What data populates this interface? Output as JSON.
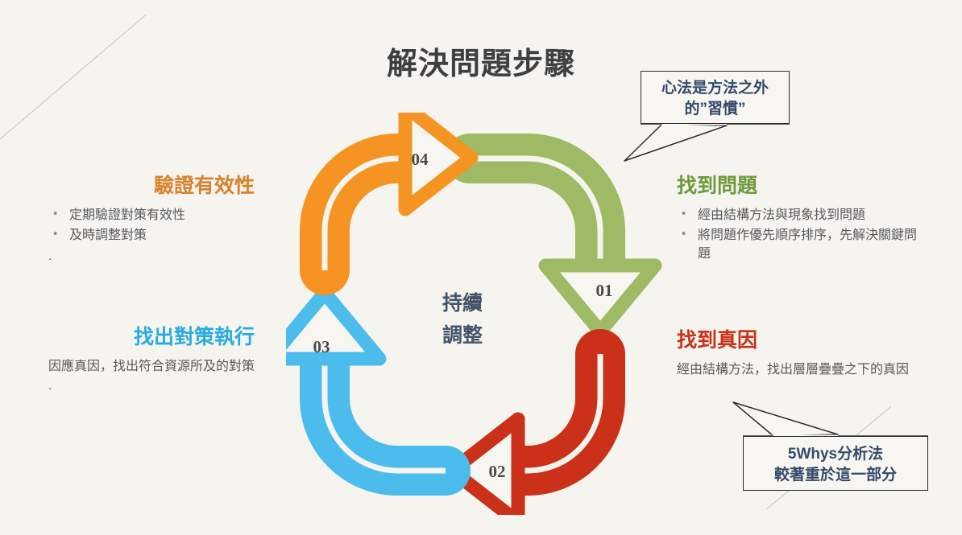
{
  "page": {
    "title": "解決問題步驟",
    "background_color": "#F5F4EF"
  },
  "colors": {
    "green": "#9FBA64",
    "red": "#CB3018",
    "blue": "#4BBCEC",
    "orange": "#F59422",
    "title_text": "#3F3F3F",
    "body_text": "#595959",
    "center_text": "#44546A",
    "callout_text": "#36496B",
    "number_text": "#4A4A4A",
    "deco_line": "#C9C2AE"
  },
  "cycle": {
    "center_label_line1": "持續",
    "center_label_line2": "調整",
    "steps": [
      {
        "number": "01",
        "color_key": "green",
        "color": "#9FBA64",
        "name": "find-problem"
      },
      {
        "number": "02",
        "color_key": "red",
        "color": "#CB3018",
        "name": "root-cause"
      },
      {
        "number": "03",
        "color_key": "blue",
        "color": "#4BBCEC",
        "name": "countermeasure"
      },
      {
        "number": "04",
        "color_key": "orange",
        "color": "#F59422",
        "name": "verify"
      }
    ]
  },
  "blocks": {
    "find_problem": {
      "heading": "找到問題",
      "heading_color": "#6E9A3C",
      "bullets": [
        "經由結構方法與現象找到問題",
        "將問題作優先順序排序，先解決關鍵問題"
      ]
    },
    "root_cause": {
      "heading": "找到真因",
      "heading_color": "#CB3018",
      "text": "經由結構方法，找出層層疊疊之下的真因",
      "trailing": ""
    },
    "verify": {
      "heading": "驗證有效性",
      "heading_color": "#D9822B",
      "bullets": [
        "定期驗證對策有效性",
        "及時調整對策"
      ],
      "trailing": "."
    },
    "countermeasure": {
      "heading": "找出對策執行",
      "heading_color": "#29ABE2",
      "text": "因應真因，找出符合資源所及的對策",
      "trailing": "."
    }
  },
  "callouts": {
    "top": {
      "line1": "心法是方法之外",
      "line2": "的”習慣”"
    },
    "bottom": {
      "line1": "5Whys分析法",
      "line2": "較著重於這一部分"
    }
  }
}
